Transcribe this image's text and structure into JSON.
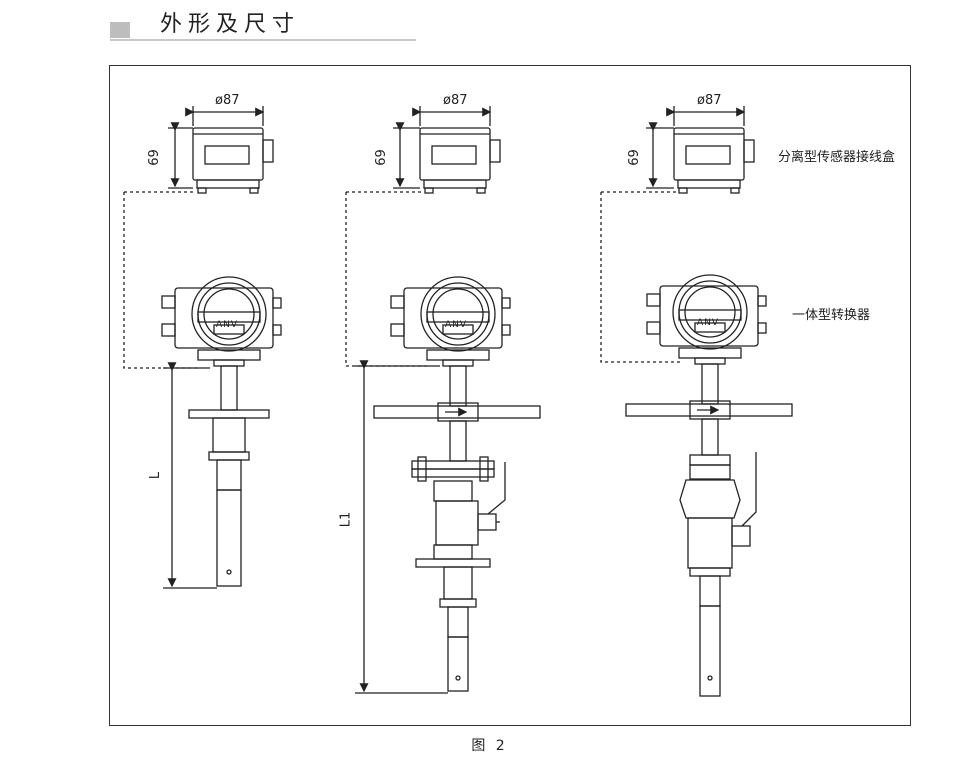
{
  "header": {
    "title": "外形及尺寸"
  },
  "figure": {
    "caption": "图 2",
    "dim_diameter": "ø87",
    "dim_height": "69",
    "dim_L": "L",
    "dim_L1": "L1",
    "label_junction_box": "分离型传感器接线盒",
    "label_converter": "一体型转换器",
    "display_text": "ANV"
  },
  "colors": {
    "line": "#222222",
    "header_square": "#bdbdbd",
    "header_rule": "#c8c8c8"
  }
}
